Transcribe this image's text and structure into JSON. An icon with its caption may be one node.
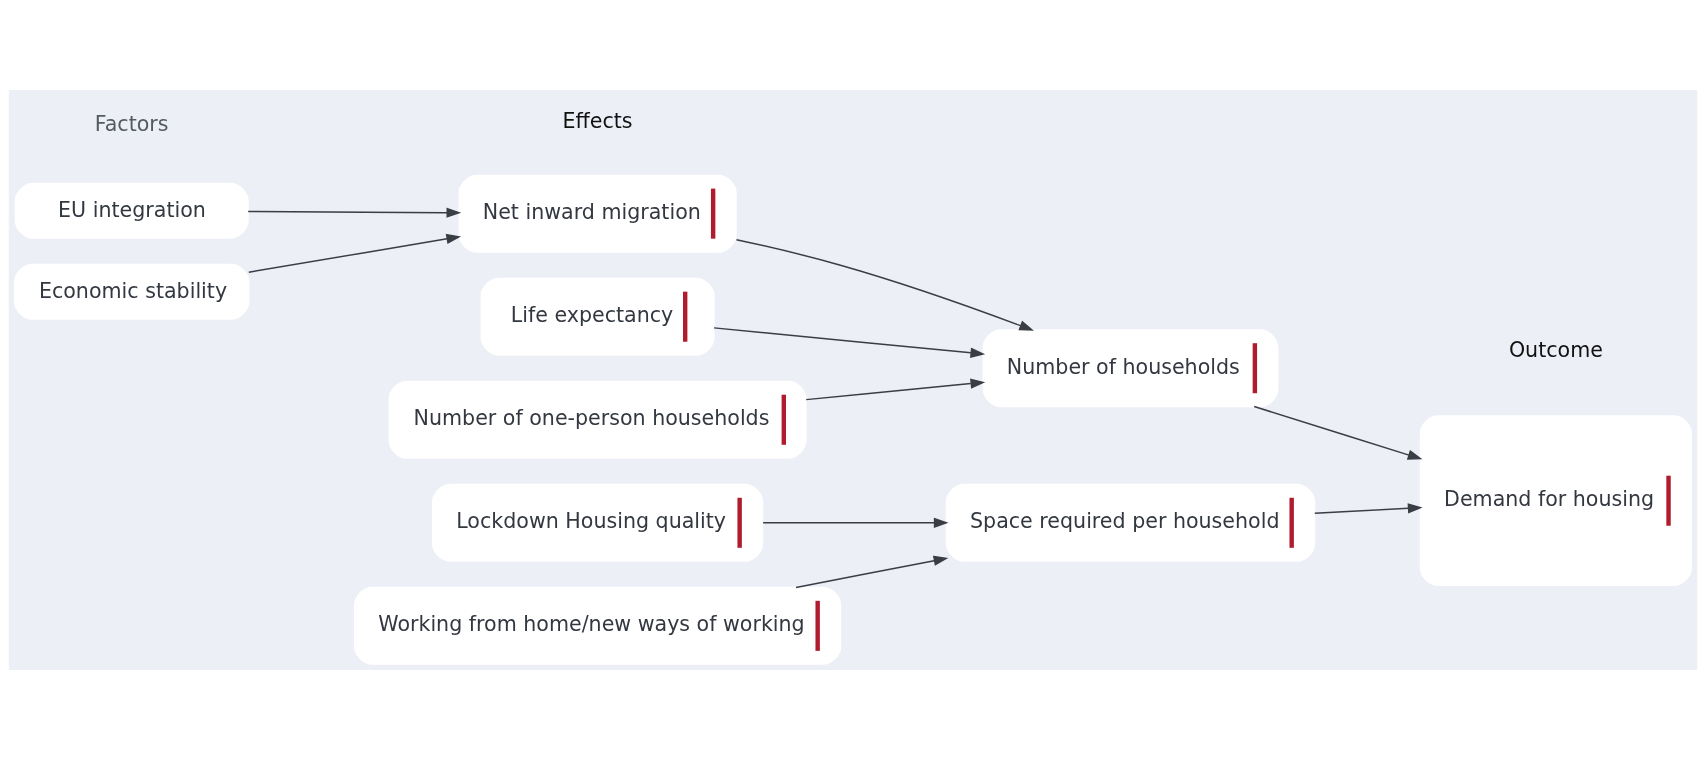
{
  "diagram": {
    "nodes": [
      {
        "text": [
          "EU integration"
        ]
      },
      {
        "text": [
          "Economic stability"
        ]
      },
      {
        "text": [
          "Net inward migration"
        ]
      },
      {
        "text": [
          "Life expectancy"
        ]
      },
      {
        "text": [
          "Number of one-person households"
        ]
      },
      {
        "text": [
          "Number of households"
        ]
      },
      {
        "text": [
          "Demand for housing"
        ]
      },
      {
        "text": [
          "Lockdown Housing quality"
        ]
      },
      {
        "text": [
          "Working from home/new ways of working"
        ]
      },
      {
        "text": [
          "Space required per household"
        ]
      }
    ],
    "edges": [
      {
        "from": 0,
        "to": 2,
        "arrow": "to"
      },
      {
        "from": 1,
        "to": 2,
        "arrow": "to"
      },
      {
        "from": 2,
        "to": 5,
        "arrow": "to"
      },
      {
        "from": 3,
        "to": 5,
        "arrow": "to"
      },
      {
        "from": 4,
        "to": 5,
        "arrow": "to"
      },
      {
        "from": 5,
        "to": 6,
        "arrow": "to"
      },
      {
        "from": 7,
        "to": 9,
        "arrow": "to"
      },
      {
        "from": 8,
        "to": 9,
        "arrow": "to"
      },
      {
        "from": 9,
        "to": 6,
        "arrow": "to"
      }
    ],
    "labels": [
      "Factors",
      "Effects",
      "Outcome"
    ]
  }
}
